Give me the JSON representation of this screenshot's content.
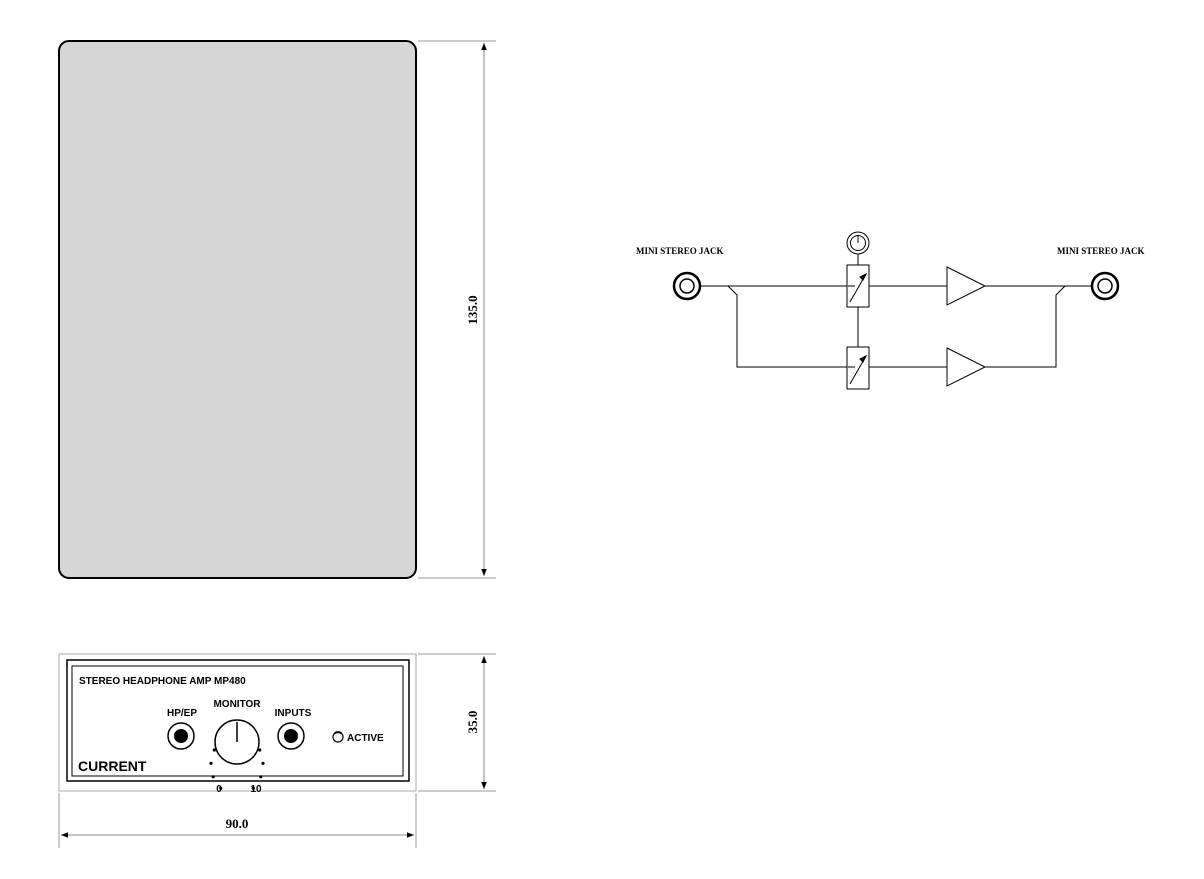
{
  "dimensions": {
    "top_height": "135.0",
    "front_height": "35.0",
    "width": "90.0"
  },
  "front_panel": {
    "model_title": "STEREO HEADPHONE AMP MP480",
    "brand": "CURRENT",
    "hp_label": "HP/EP",
    "monitor_label": "MONITOR",
    "scale_min": "0",
    "scale_max": "10",
    "inputs_label": "INPUTS",
    "active_label": "ACTIVE"
  },
  "schematic": {
    "input_label": "MINI STEREO JACK",
    "output_label": "MINI STEREO JACK"
  },
  "colors": {
    "top_panel_fill": "#d6d6d6",
    "line": "#000000",
    "dimension_line": "#808080"
  }
}
